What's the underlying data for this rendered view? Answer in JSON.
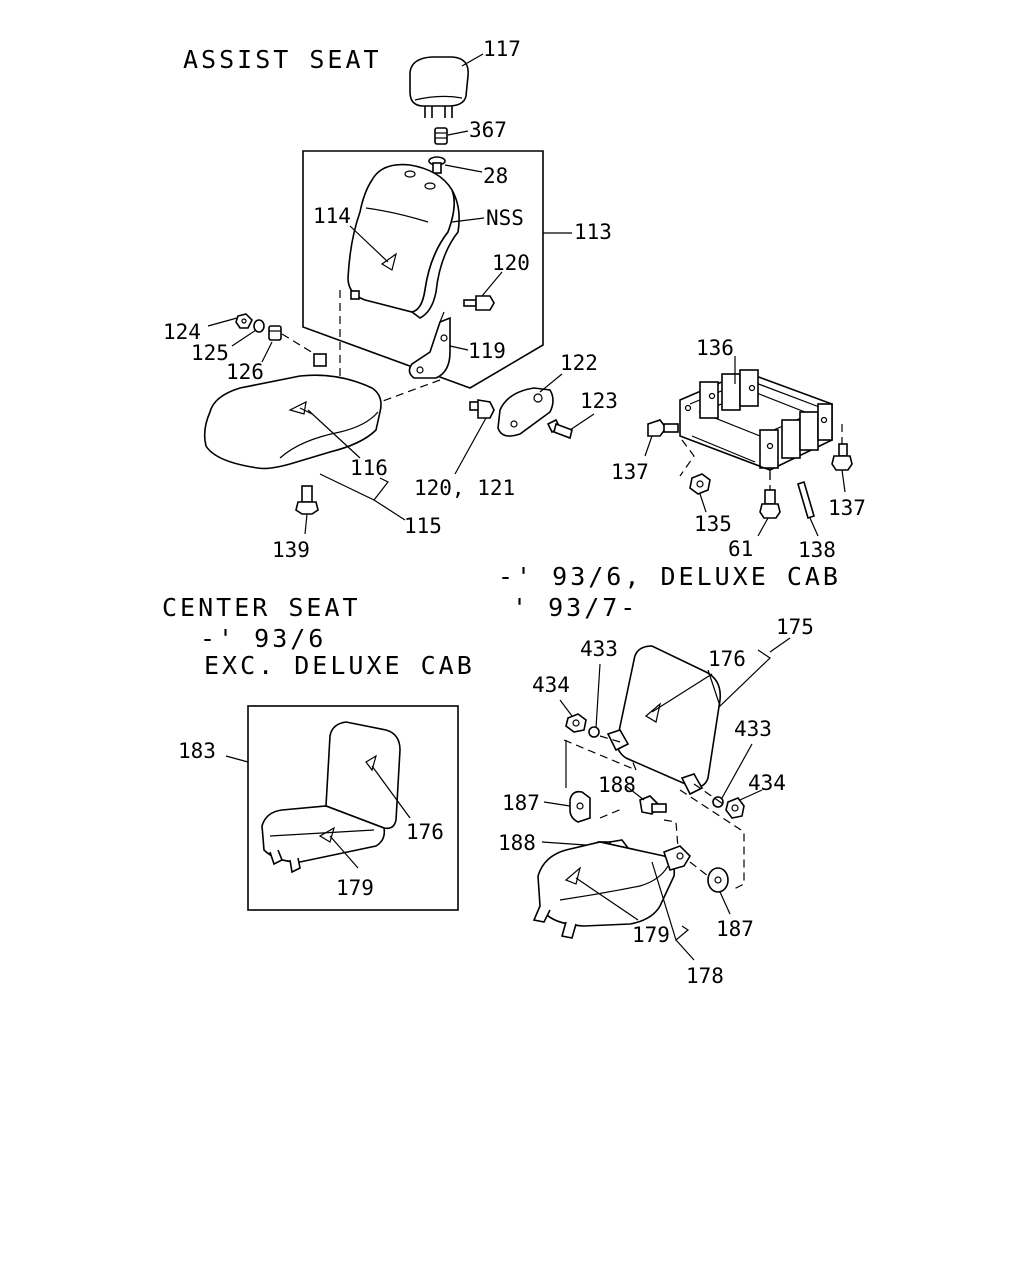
{
  "headings": {
    "assist_seat": "ASSIST SEAT",
    "center_seat": "CENTER SEAT",
    "center_note_date": "-' 93/6",
    "center_note_cab": "EXC. DELUXE CAB",
    "deluxe_note_a": "-' 93/6, DELUXE CAB",
    "deluxe_note_b": "' 93/7-"
  },
  "assist": {
    "p117": "117",
    "p367": "367",
    "p28": "28",
    "p114": "114",
    "nss": "NSS",
    "p113": "113",
    "p120": "120",
    "p124": "124",
    "p125": "125",
    "p126": "126",
    "p119": "119",
    "p122": "122",
    "p123": "123",
    "p116": "116",
    "p120_121": "120, 121",
    "p115": "115",
    "p139": "139"
  },
  "base": {
    "p136": "136",
    "p137a": "137",
    "p137b": "137",
    "p135": "135",
    "p61": "61",
    "p138": "138"
  },
  "center": {
    "p183": "183",
    "p176": "176",
    "p179": "179"
  },
  "deluxe": {
    "p175": "175",
    "p176": "176",
    "p433a": "433",
    "p434a": "434",
    "p433b": "433",
    "p434b": "434",
    "p188a": "188",
    "p187a": "187",
    "p188b": "188",
    "p187b": "187",
    "p179": "179",
    "p178": "178"
  }
}
